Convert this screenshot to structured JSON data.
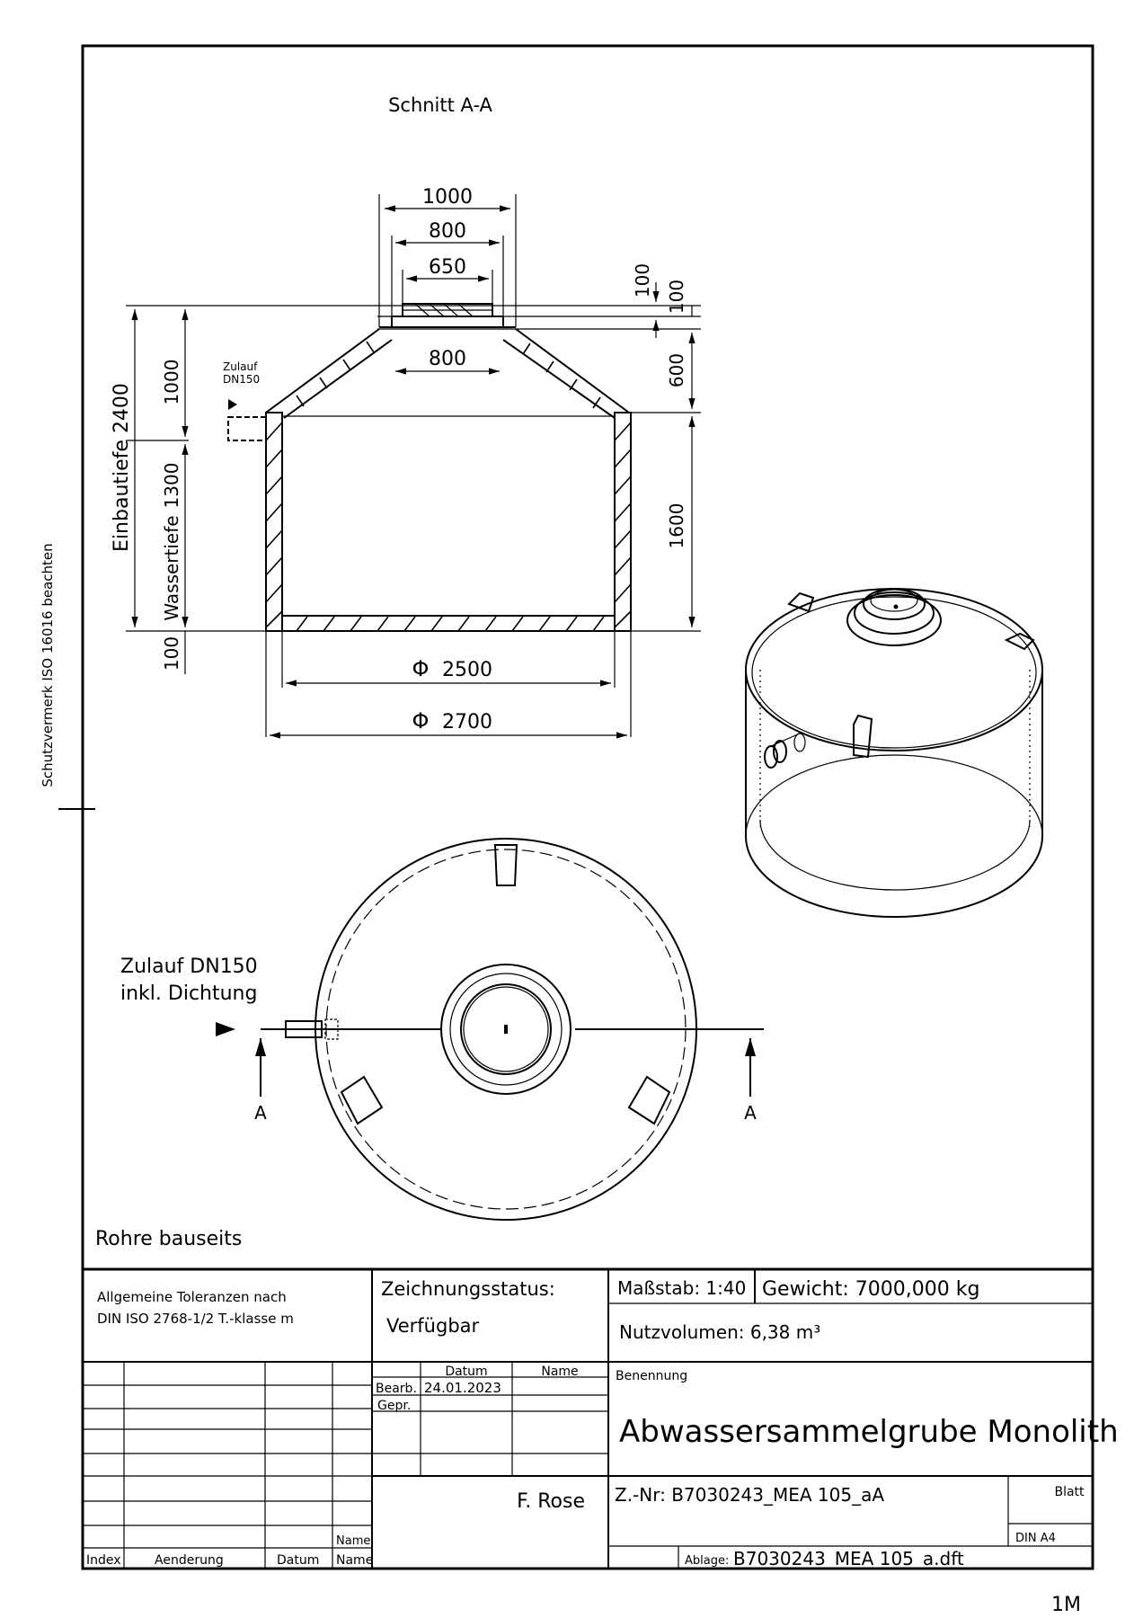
{
  "sheet": {
    "side_note": "Schutzvermerk ISO 16016 beachten",
    "corner_mark": "1M"
  },
  "section": {
    "title": "Schnitt A-A",
    "dims": {
      "top_outer": "1000",
      "top_mid": "800",
      "top_inner": "650",
      "neck": "800",
      "r100a": "100",
      "r100b": "100",
      "r600": "600",
      "r1600": "1600",
      "l1000": "1000",
      "l1300": "1300",
      "l100": "100",
      "einbau": "Einbautiefe  2400",
      "wasser": "Wassertiefe",
      "d2500": "2500",
      "d2700": "2700",
      "phi": "Φ"
    },
    "inlet_small": [
      "Zulauf",
      "DN150"
    ]
  },
  "plan": {
    "inlet_lines": [
      "Zulauf DN150",
      "inkl. Dichtung"
    ],
    "cut_left": "A",
    "cut_right": "A",
    "pipes_note": "Rohre bauseits"
  },
  "titleblock": {
    "tolerances": [
      "Allgemeine Toleranzen nach",
      "DIN ISO 2768-1/2 T.-klasse m"
    ],
    "status_label": "Zeichnungsstatus:",
    "status_value": "Verfügbar",
    "scale": "Maßstab: 1:40",
    "weight": "Gewicht: 7000,000 kg",
    "volume": "Nutzvolumen: 6,38 m³",
    "col_datum": "Datum",
    "col_name": "Name",
    "bearb_label": "Bearb.",
    "bearb_date": "24.01.2023",
    "gepr_label": "Gepr.",
    "benennung_label": "Benennung",
    "benennung": "Abwassersammelgrube Monolith",
    "author": "F. Rose",
    "znr": "Z.-Nr: B7030243_MEA 105_aA",
    "blatt": "Blatt",
    "format": "DIN A4",
    "ablage_label": "Ablage:",
    "ablage": "B7030243_MEA 105_a.dft",
    "name_small": "Name",
    "footer": [
      "Index",
      "Aenderung",
      "Datum",
      "Name"
    ]
  }
}
